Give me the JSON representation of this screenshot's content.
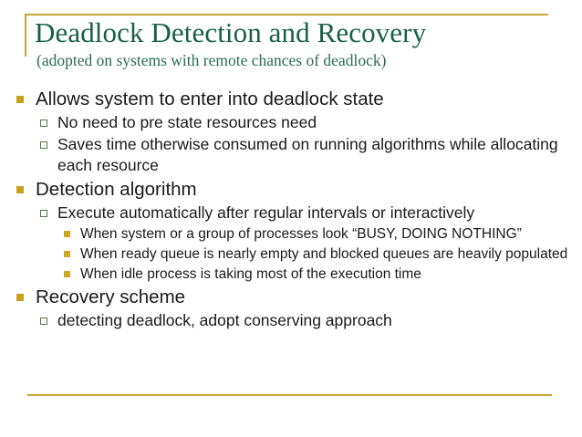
{
  "slide": {
    "title": "Deadlock Detection and Recovery",
    "subtitle": "(adopted on systems with remote chances of deadlock)",
    "colors": {
      "title_green": "#186048",
      "subtitle_green": "#2c6b55",
      "rule_gold": "#c8a83c",
      "bullet_level1": "#c8a020",
      "bullet_level2_outline": "#4e7a44",
      "bullet_level3": "#d0a521",
      "body_text": "#1a1a1a",
      "background": "#ffffff"
    },
    "bullets": [
      {
        "level": 1,
        "bullet_style": "filled-square-gold",
        "text": "Allows system to enter into deadlock state"
      },
      {
        "level": 2,
        "bullet_style": "hollow-square-green",
        "text": "No need to pre state resources need"
      },
      {
        "level": 2,
        "bullet_style": "hollow-square-green",
        "text": "Saves time otherwise consumed on running algorithms while allocating each resource"
      },
      {
        "level": 1,
        "bullet_style": "filled-square-gold",
        "text": "Detection algorithm"
      },
      {
        "level": 2,
        "bullet_style": "hollow-square-green",
        "text": "Execute automatically after regular intervals or interactively"
      },
      {
        "level": 3,
        "bullet_style": "filled-square-amber",
        "text": "When system or a group of processes look “BUSY, DOING NOTHING”"
      },
      {
        "level": 3,
        "bullet_style": "filled-square-amber",
        "text": "When ready queue is nearly empty and blocked queues are heavily populated"
      },
      {
        "level": 3,
        "bullet_style": "filled-square-amber",
        "text": "When idle process is taking most of the execution time"
      },
      {
        "level": 1,
        "bullet_style": "filled-square-gold",
        "text": "Recovery scheme"
      },
      {
        "level": 2,
        "bullet_style": "hollow-square-green",
        "text": "detecting deadlock, adopt conserving approach"
      }
    ]
  }
}
